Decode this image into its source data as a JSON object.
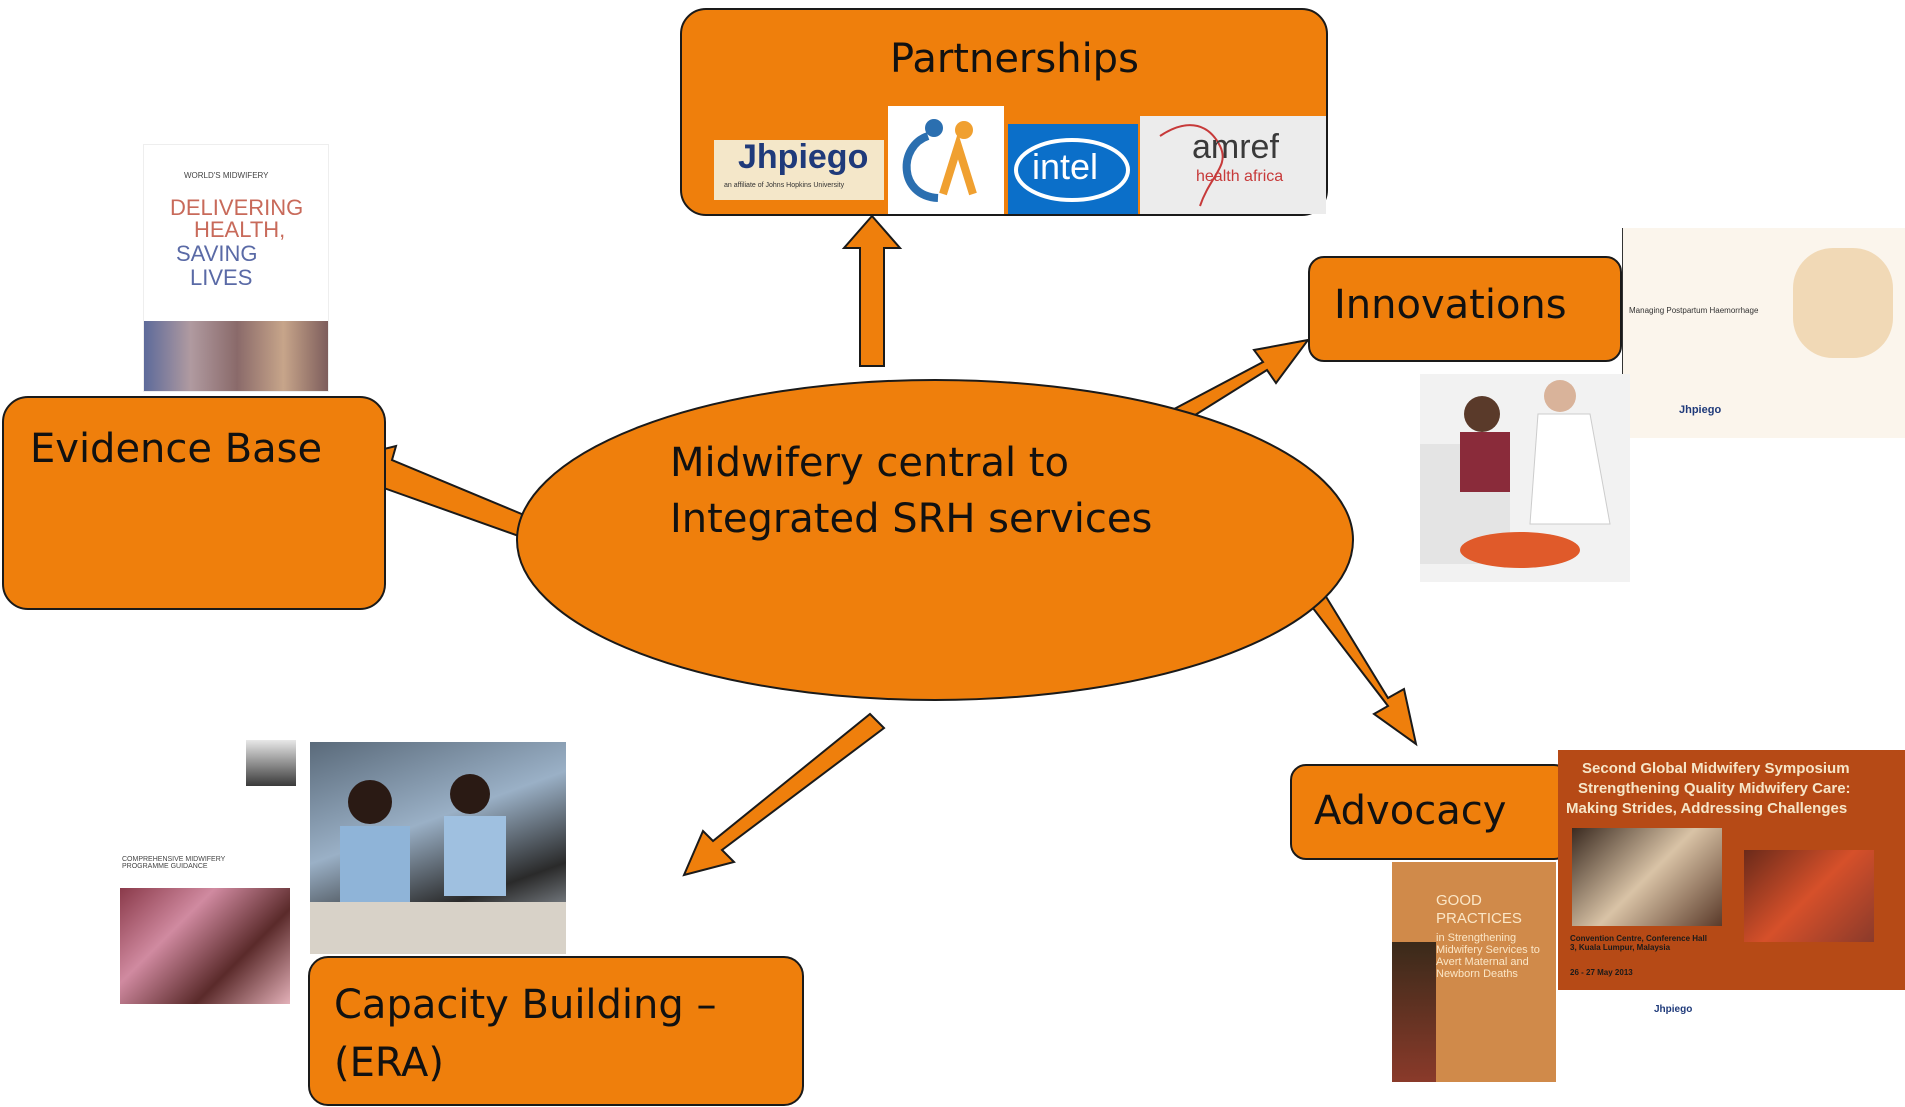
{
  "center": {
    "line1": "Midwifery central to",
    "line2": "Integrated SRH services"
  },
  "nodes": {
    "partnerships": "Partnerships",
    "innovations": "Innovations",
    "evidence": "Evidence Base",
    "capacity_line1": "Capacity Building –",
    "capacity_line2": "(ERA)",
    "advocacy": "Advocacy"
  },
  "logos": {
    "jhpiego": "Jhpiego",
    "jhpiego_sub": "an affiliate of Johns Hopkins University",
    "intel": "intel",
    "amref": "amref",
    "amref_sub": "health africa"
  },
  "covers": {
    "world_midwifery": {
      "top": "WORLD'S MIDWIFERY",
      "l1": "DELIVERING",
      "l2": "HEALTH,",
      "l3": "SAVING",
      "l4": "LIVES"
    },
    "pph": {
      "title": "Managing Postpartum Haemorrhage",
      "brand": "Jhpiego"
    },
    "cmpg": {
      "title": "COMPREHENSIVE MIDWIFERY PROGRAMME GUIDANCE"
    },
    "good_practices": {
      "l1": "GOOD",
      "l2": "PRACTICES",
      "l3": "in Strengthening Midwifery Services to Avert Maternal and Newborn Deaths"
    },
    "symposium": {
      "t1": "Second Global Midwifery Symposium",
      "t2": "Strengthening Quality Midwifery Care:",
      "t3": "Making Strides, Addressing Challenges",
      "venue": "Convention Centre, Conference Hall 3, Kuala Lumpur, Malaysia",
      "dates": "26 - 27 May 2013",
      "brand": "Jhpiego"
    }
  },
  "colors": {
    "node_fill": "#ef7f0c",
    "stroke": "#1a1a1a"
  }
}
